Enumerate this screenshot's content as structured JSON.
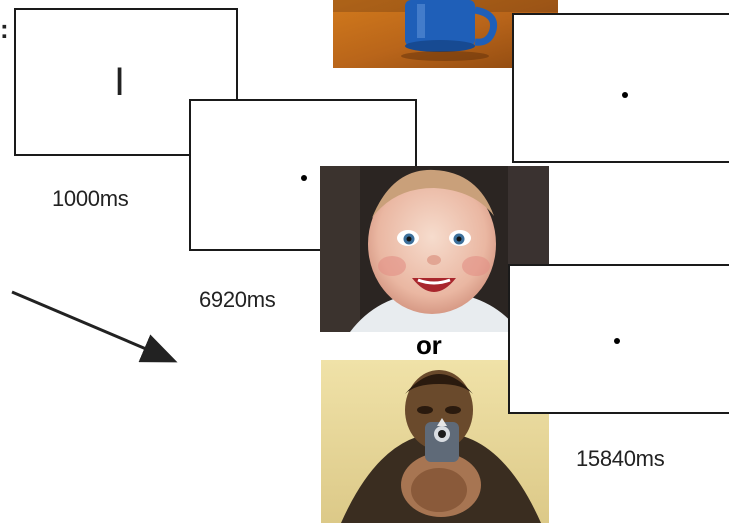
{
  "heading_fragment": ":",
  "screens": {
    "cue": {
      "symbol": "I",
      "duration": "1000ms"
    },
    "fixation_1": {
      "duration": "6920ms"
    },
    "stimulus": {
      "connector": "or"
    },
    "fixation_3": {
      "duration": "15840ms"
    }
  },
  "colors": {
    "border": "#1a1a1a",
    "text": "#222222",
    "background": "#ffffff",
    "mug_photo_bg": "#c8731b",
    "baby_photo_bg": "#2b2522",
    "gun_photo_bg": "#e8d9a4"
  },
  "images": {
    "mug": "photo of a blue mug on a wooden surface",
    "baby": "photo of a smiling baby",
    "gun": "photo of a man pointing a gun at the viewer"
  }
}
